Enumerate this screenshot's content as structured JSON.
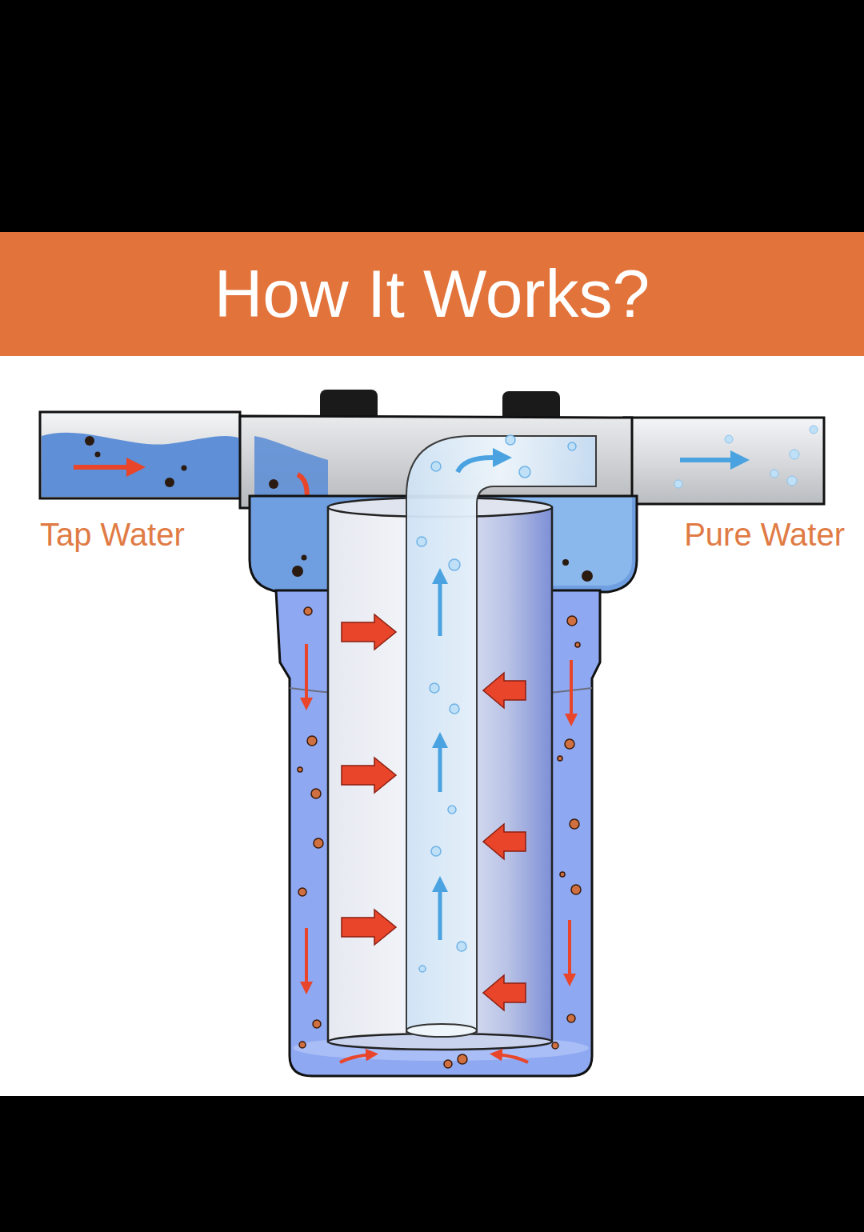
{
  "diagram": {
    "title": "How It Works?",
    "labels": [
      "Tap Water",
      "Pure Water"
    ]
  }
}
